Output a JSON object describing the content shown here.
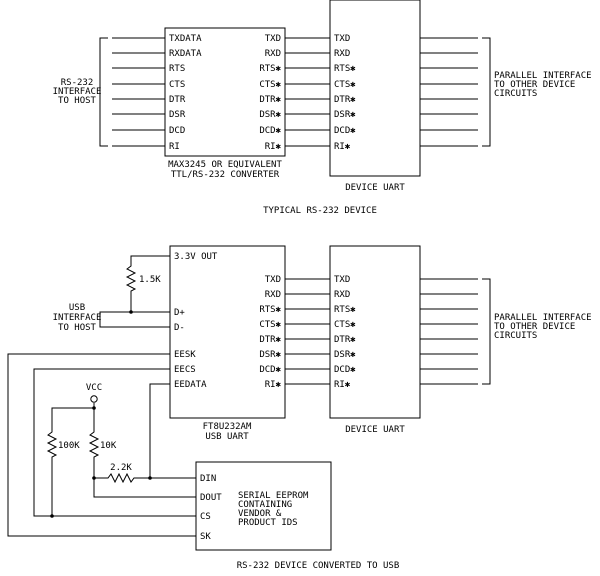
{
  "diagram1": {
    "host_label": [
      "RS-232",
      "INTERFACE",
      "TO HOST"
    ],
    "converter_left_pins": [
      "TXDATA",
      "RXDATA",
      "RTS",
      "CTS",
      "DTR",
      "DSR",
      "DCD",
      "RI"
    ],
    "converter_right_pins": [
      "TXD",
      "RXD",
      "RTS✱",
      "CTS✱",
      "DTR✱",
      "DSR✱",
      "DCD✱",
      "RI✱"
    ],
    "uart_pins": [
      "TXD",
      "RXD",
      "RTS✱",
      "CTS✱",
      "DTR✱",
      "DSR✱",
      "DCD✱",
      "RI✱"
    ],
    "converter_caption": [
      "MAX3245 OR EQUIVALENT",
      "TTL/RS-232 CONVERTER"
    ],
    "uart_caption": "DEVICE UART",
    "parallel_label": [
      "PARALLEL INTERFACE",
      "TO OTHER DEVICE",
      "CIRCUITS"
    ],
    "title": "TYPICAL RS-232 DEVICE"
  },
  "diagram2": {
    "out_pin": "3.3V OUT",
    "resistor_1": "1.5K",
    "usb_label": [
      "USB",
      "INTERFACE",
      "TO HOST"
    ],
    "dplus": "D+",
    "dminus": "D-",
    "eeprom_pins": [
      "EESK",
      "EECS",
      "EEDATA"
    ],
    "ft_right_pins": [
      "TXD",
      "RXD",
      "RTS✱",
      "CTS✱",
      "DTR✱",
      "DSR✱",
      "DCD✱",
      "RI✱"
    ],
    "uart_pins": [
      "TXD",
      "RXD",
      "RTS✱",
      "CTS✱",
      "DTR✱",
      "DSR✱",
      "DCD✱",
      "RI✱"
    ],
    "ft_caption": [
      "FT8U232AM",
      "USB UART"
    ],
    "uart_caption": "DEVICE UART",
    "parallel_label": [
      "PARALLEL INTERFACE",
      "TO OTHER DEVICE",
      "CIRCUITS"
    ],
    "vcc": "VCC",
    "resistor_100k": "100K",
    "resistor_10k": "10K",
    "resistor_2k": "2.2K",
    "serial_pins": [
      "DIN",
      "DOUT",
      "CS",
      "SK"
    ],
    "serial_label": [
      "SERIAL EEPROM",
      "CONTAINING",
      "VENDOR &",
      "PRODUCT IDS"
    ],
    "title": "RS-232 DEVICE CONVERTED TO USB"
  }
}
